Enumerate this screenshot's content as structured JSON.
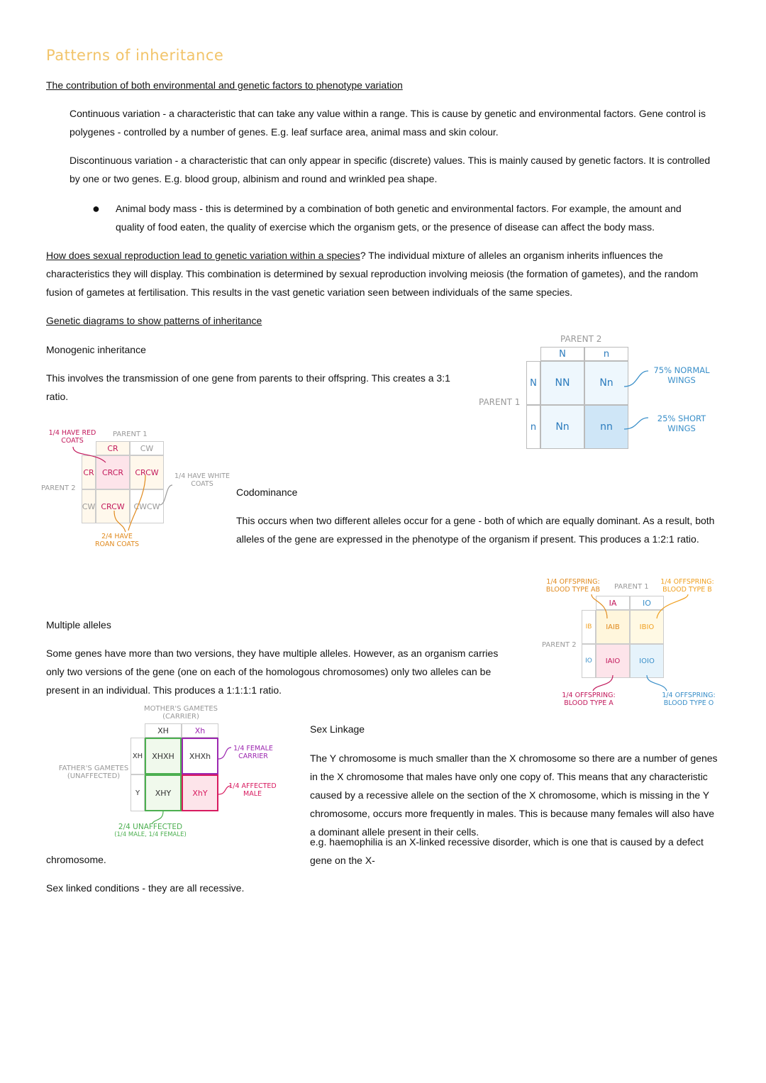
{
  "title": "Patterns of inheritance",
  "section1": {
    "heading": "The contribution of both environmental and genetic factors to phenotype variation",
    "continuous": "Continuous variation - a characteristic that can take any value within a range. This is cause by genetic and environmental factors. Gene control is polygenes - controlled by a number of genes. E.g. leaf surface area, animal mass and skin colour.",
    "discontinuous": "Discontinuous variation - a characteristic that can only appear in specific (discrete) values. This is mainly caused by genetic factors. It is controlled by one or two genes. E.g. blood group, albinism and round and wrinkled pea shape.",
    "bullet": "Animal body mass - this is determined by a combination of both genetic and environmental factors. For example, the amount and quality of food eaten, the quality of exercise which the organism gets, or the presence of disease can affect the body mass."
  },
  "section2": {
    "question": "How does sexual reproduction lead to genetic variation within a species",
    "answer": "? The individual mixture of alleles an organism inherits influences the characteristics they will display. This combination is determined by sexual reproduction involving meiosis (the formation of gametes), and the random fusion of gametes at fertilisation. This results in the vast genetic variation seen between individuals of the same species."
  },
  "section3": {
    "heading": "Genetic diagrams to show patterns of inheritance",
    "mono_title": "Monogenic inheritance",
    "mono_text": "This involves the transmission of one gene from parents to their offspring. This creates a 3:1 ratio.",
    "codom_title": "Codominance",
    "codom_text": "This occurs when two different alleles occur for a gene - both of which are equally dominant. As a result, both alleles of the gene are expressed in the phenotype of the organism if present. This produces a 1:2:1 ratio.",
    "multi_title": "Multiple alleles",
    "multi_text": "Some genes have more than two versions, they have multiple alleles. However, as an organism carries only two versions of the gene (one on each of the homologous chromosomes) only two alleles can be present in an individual. This produces a 1:1:1:1 ratio.",
    "sex_title": "Sex Linkage",
    "sex_text": "The Y chromosome is much smaller than the X chromosome so there are a number of genes in the X chromosome that males have only one copy of. This means that any characteristic caused by a recessive allele on the section of the X chromosome, which is missing in the Y chromosome, occurs more frequently in males. This is because many females will also have a dominant allele present in their cells.",
    "sex_example": "e.g. haemophilia is an X-linked recessive disorder, which is one that is caused by a defect gene on the X-",
    "sex_example_cont": "chromosome.",
    "sex_conditions": "Sex linked conditions - they are all recessive."
  },
  "diagram_mono": {
    "parent2": "PARENT 2",
    "parent1": "PARENT 1",
    "col1": "N",
    "col2": "n",
    "row1": "N",
    "row2": "n",
    "c11": "NN",
    "c12": "Nn",
    "c21": "Nn",
    "c22": "nn",
    "label_normal": "75% NORMAL WINGS",
    "label_short": "25% SHORT WINGS",
    "color_blue": "#3a8fc9"
  },
  "diagram_codom": {
    "parent1": "PARENT 1",
    "parent2": "PARENT 2",
    "col1": "CR",
    "col2": "CW",
    "row1": "CR",
    "row2": "CW",
    "c11": "CRCR",
    "c12": "CRCW",
    "c21": "CRCW",
    "c22": "CWCW",
    "label_red": "1/4 HAVE RED COATS",
    "label_white": "1/4 HAVE WHITE COATS",
    "label_roan": "2/4 HAVE ROAN COATS",
    "color_red": "#c2185b",
    "color_orange": "#e08a1e"
  },
  "diagram_multi": {
    "parent1": "PARENT 1",
    "parent2": "PARENT 2",
    "col1": "IA",
    "col2": "IO",
    "row1": "IB",
    "row2": "IO",
    "c11": "IAIB",
    "c12": "IBIO",
    "c21": "IAIO",
    "c22": "IOIO",
    "label_ab": "1/4 OFFSPRING: BLOOD TYPE AB",
    "label_b": "1/4 OFFSPRING: BLOOD TYPE B",
    "label_a": "1/4 OFFSPRING: BLOOD TYPE A",
    "label_o": "1/4 OFFSPRING: BLOOD TYPE O"
  },
  "diagram_sex": {
    "mother": "MOTHER'S GAMETES (CARRIER)",
    "father": "FATHER'S GAMETES (UNAFFECTED)",
    "col1": "XH",
    "col2": "Xh",
    "row1": "XH",
    "row2": "Y",
    "c11": "XHXH",
    "c12": "XHXh",
    "c21": "XHY",
    "c22": "XhY",
    "label_carrier": "1/4 FEMALE CARRIER",
    "label_affected": "1/4 AFFECTED MALE",
    "label_unaffected": "2/4 UNAFFECTED",
    "label_unaffected_sub": "(1/4 MALE, 1/4 FEMALE)",
    "color_green": "#4caf50",
    "color_purple": "#9c27b0",
    "color_pink": "#d81b60"
  }
}
